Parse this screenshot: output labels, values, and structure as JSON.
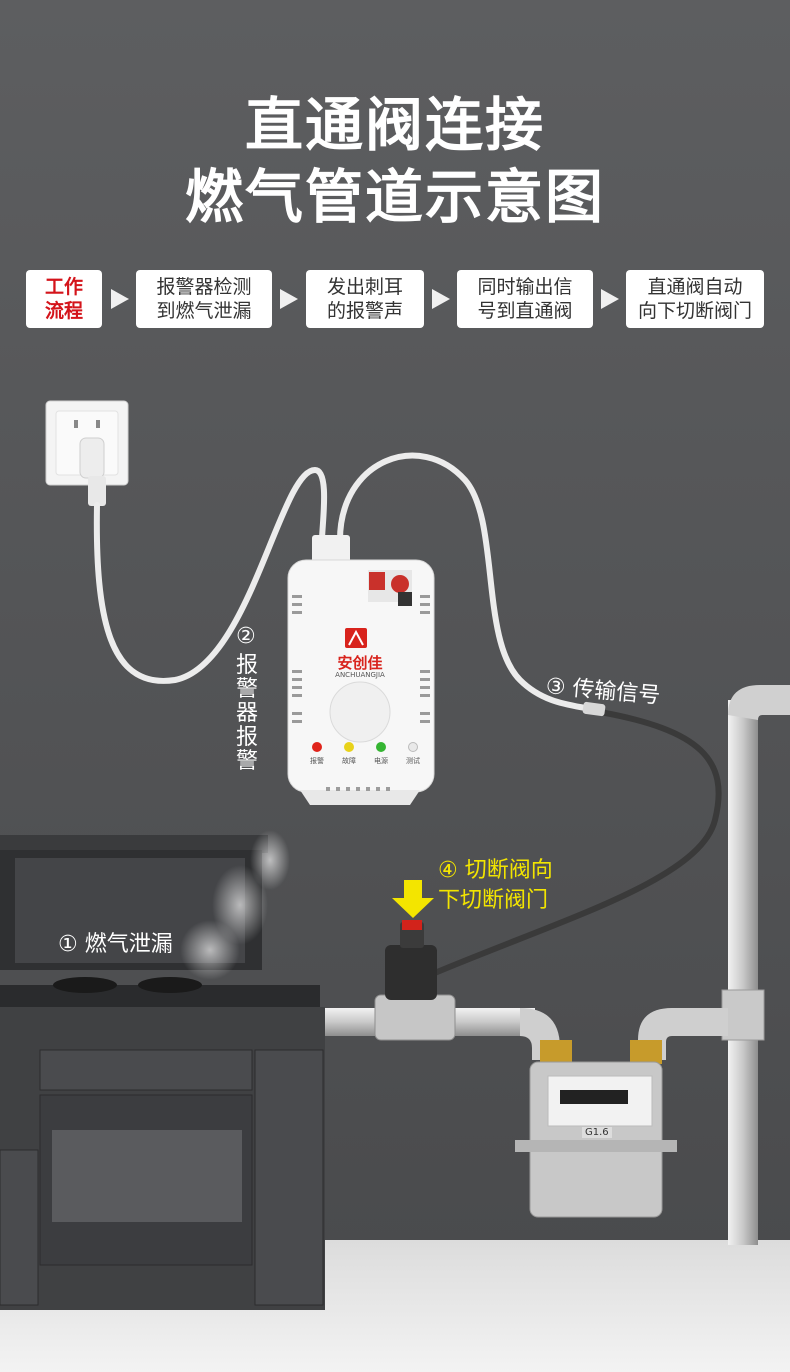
{
  "title": {
    "line1": "直通阀连接",
    "line2": "燃气管道示意图"
  },
  "workflow": {
    "steps": [
      {
        "text": "工作\n流程"
      },
      {
        "text": "报警器检测\n到燃气泄漏"
      },
      {
        "text": "发出刺耳\n的报警声"
      },
      {
        "text": "同时输出信\n号到直通阀"
      },
      {
        "text": "直通阀自动\n向下切断阀门"
      }
    ]
  },
  "labels": {
    "leak": "① 燃气泄漏",
    "alarm_num": "②",
    "alarm": "报警器报警",
    "signal": "③ 传输信号",
    "cutoff_line1": "④ 切断阀向",
    "cutoff_line2": "下切断阀门"
  },
  "device": {
    "brand_cn": "安创佳",
    "brand_en": "ANCHUANGJIA",
    "indicators": [
      {
        "label": "报警",
        "color": "#e0241b"
      },
      {
        "label": "故障",
        "color": "#e8d21a"
      },
      {
        "label": "电源",
        "color": "#35b532"
      },
      {
        "label": "测试",
        "color": "#e9e9e9"
      }
    ]
  },
  "meter": {
    "model": "G1.6"
  }
}
